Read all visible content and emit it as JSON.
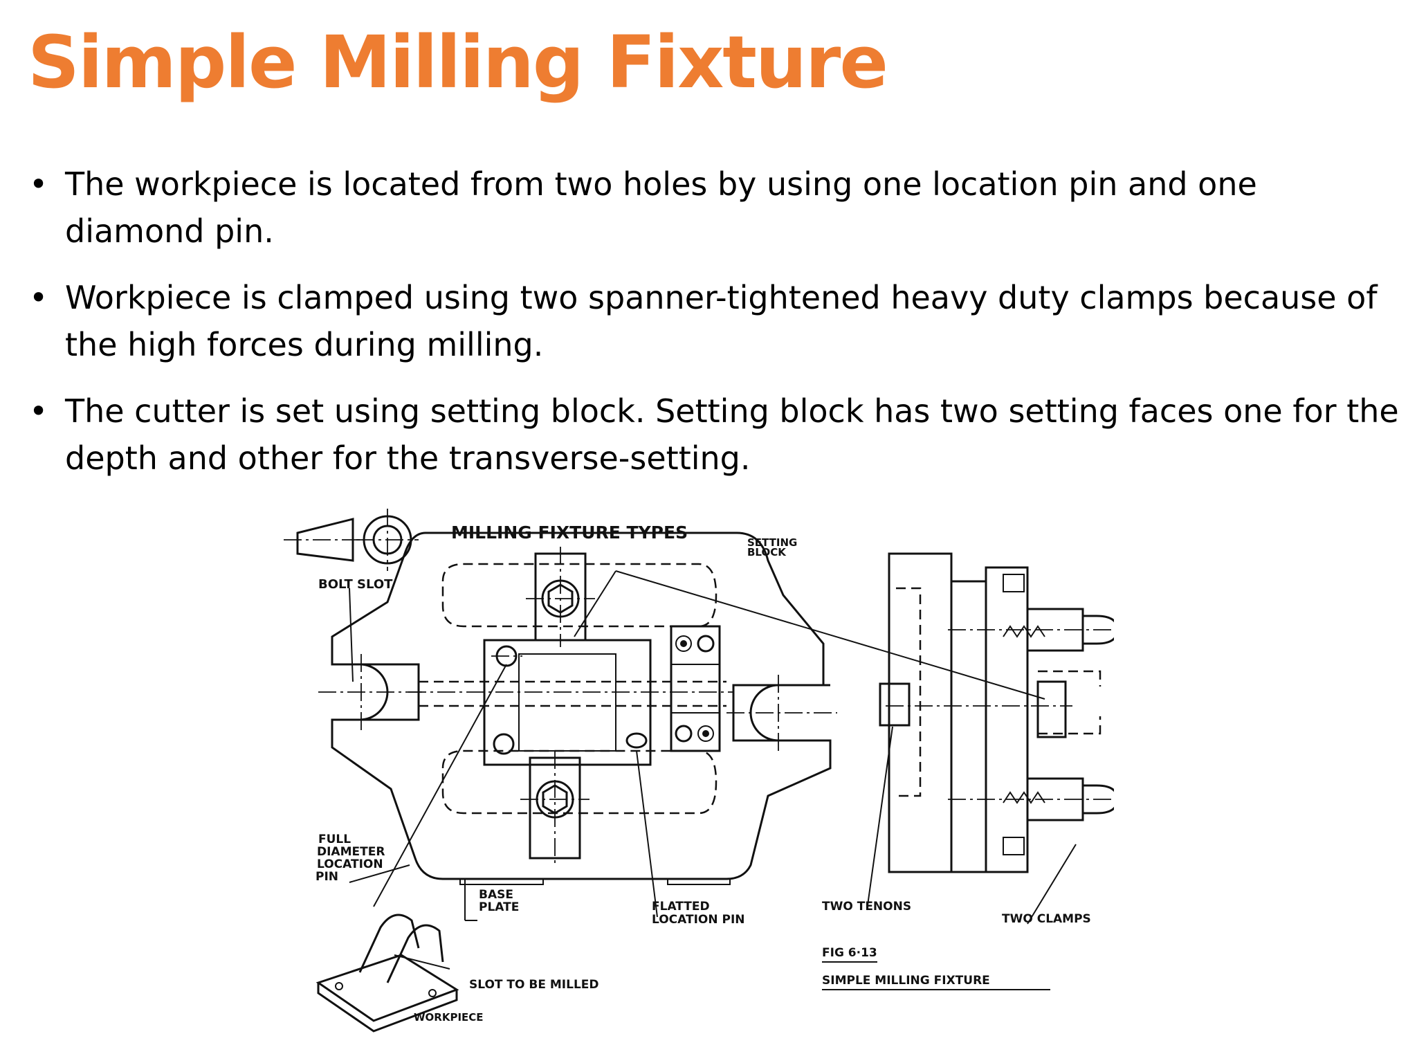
{
  "title": "Simple Milling Fixture",
  "bullets": [
    "The  workpiece is located from two holes by using one location pin and one diamond pin.",
    "Workpiece is clamped using two spanner-tightened heavy duty clamps because of the high forces during milling.",
    "The cutter is set using setting block. Setting block has two setting faces one for the depth and other for the transverse-setting."
  ],
  "bullet_symbol": "•",
  "colors": {
    "title": "#ee7d31",
    "text": "#000000"
  },
  "diagram": {
    "heading": "MILLING  FIXTURE  TYPES",
    "labels": {
      "bolt_slot": "BOLT  SLOT",
      "setting_block_1": "SETTING",
      "setting_block_2": "BLOCK",
      "full_diameter_1": "FULL",
      "full_diameter_2": "DIAMETER",
      "full_diameter_3": "LOCATION",
      "full_diameter_4": "PIN",
      "base_plate_1": "BASE",
      "base_plate_2": "PLATE",
      "flatted_pin_1": "FLATTED",
      "flatted_pin_2": "LOCATION  PIN",
      "two_tenons": "TWO  TENONS",
      "two_clamps": "TWO  CLAMPS",
      "slot_to_be_milled": "SLOT  TO  BE  MILLED",
      "workpiece": "WORKPIECE",
      "fig_number": "FIG  6·13",
      "fig_caption": "SIMPLE  MILLING  FIXTURE"
    }
  }
}
